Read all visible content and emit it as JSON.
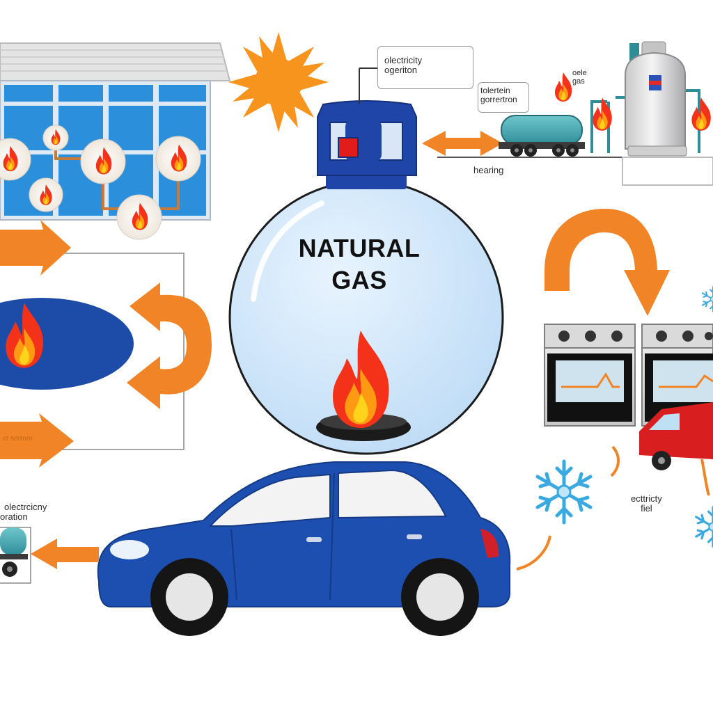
{
  "center": {
    "title_line1": "NATURAL",
    "title_line2": "GAS"
  },
  "labels": {
    "top_callout_line1": "olectricity",
    "top_callout_line2": "ogeriton",
    "right_callout_line1": "tolertein",
    "right_callout_line2": "gorrertron",
    "flame_note_line1": "oele",
    "flame_note_line2": "gas",
    "heating": "hearing",
    "bottom_left_line1": "olectrcicny",
    "bottom_left_line2": "oration",
    "left_arrow_text": "cr sorrorn",
    "right_bottom_line1": "ecttricty",
    "right_bottom_line2": "fiel"
  },
  "colors": {
    "tank_blue": "#1f45a8",
    "globe_fill": "#cfe6fb",
    "arrow_orange": "#f08426",
    "car_blue": "#1d4fb0",
    "window_blue": "#2b8fdc",
    "flame_red": "#f4321a",
    "flame_yellow": "#ffc21a"
  }
}
